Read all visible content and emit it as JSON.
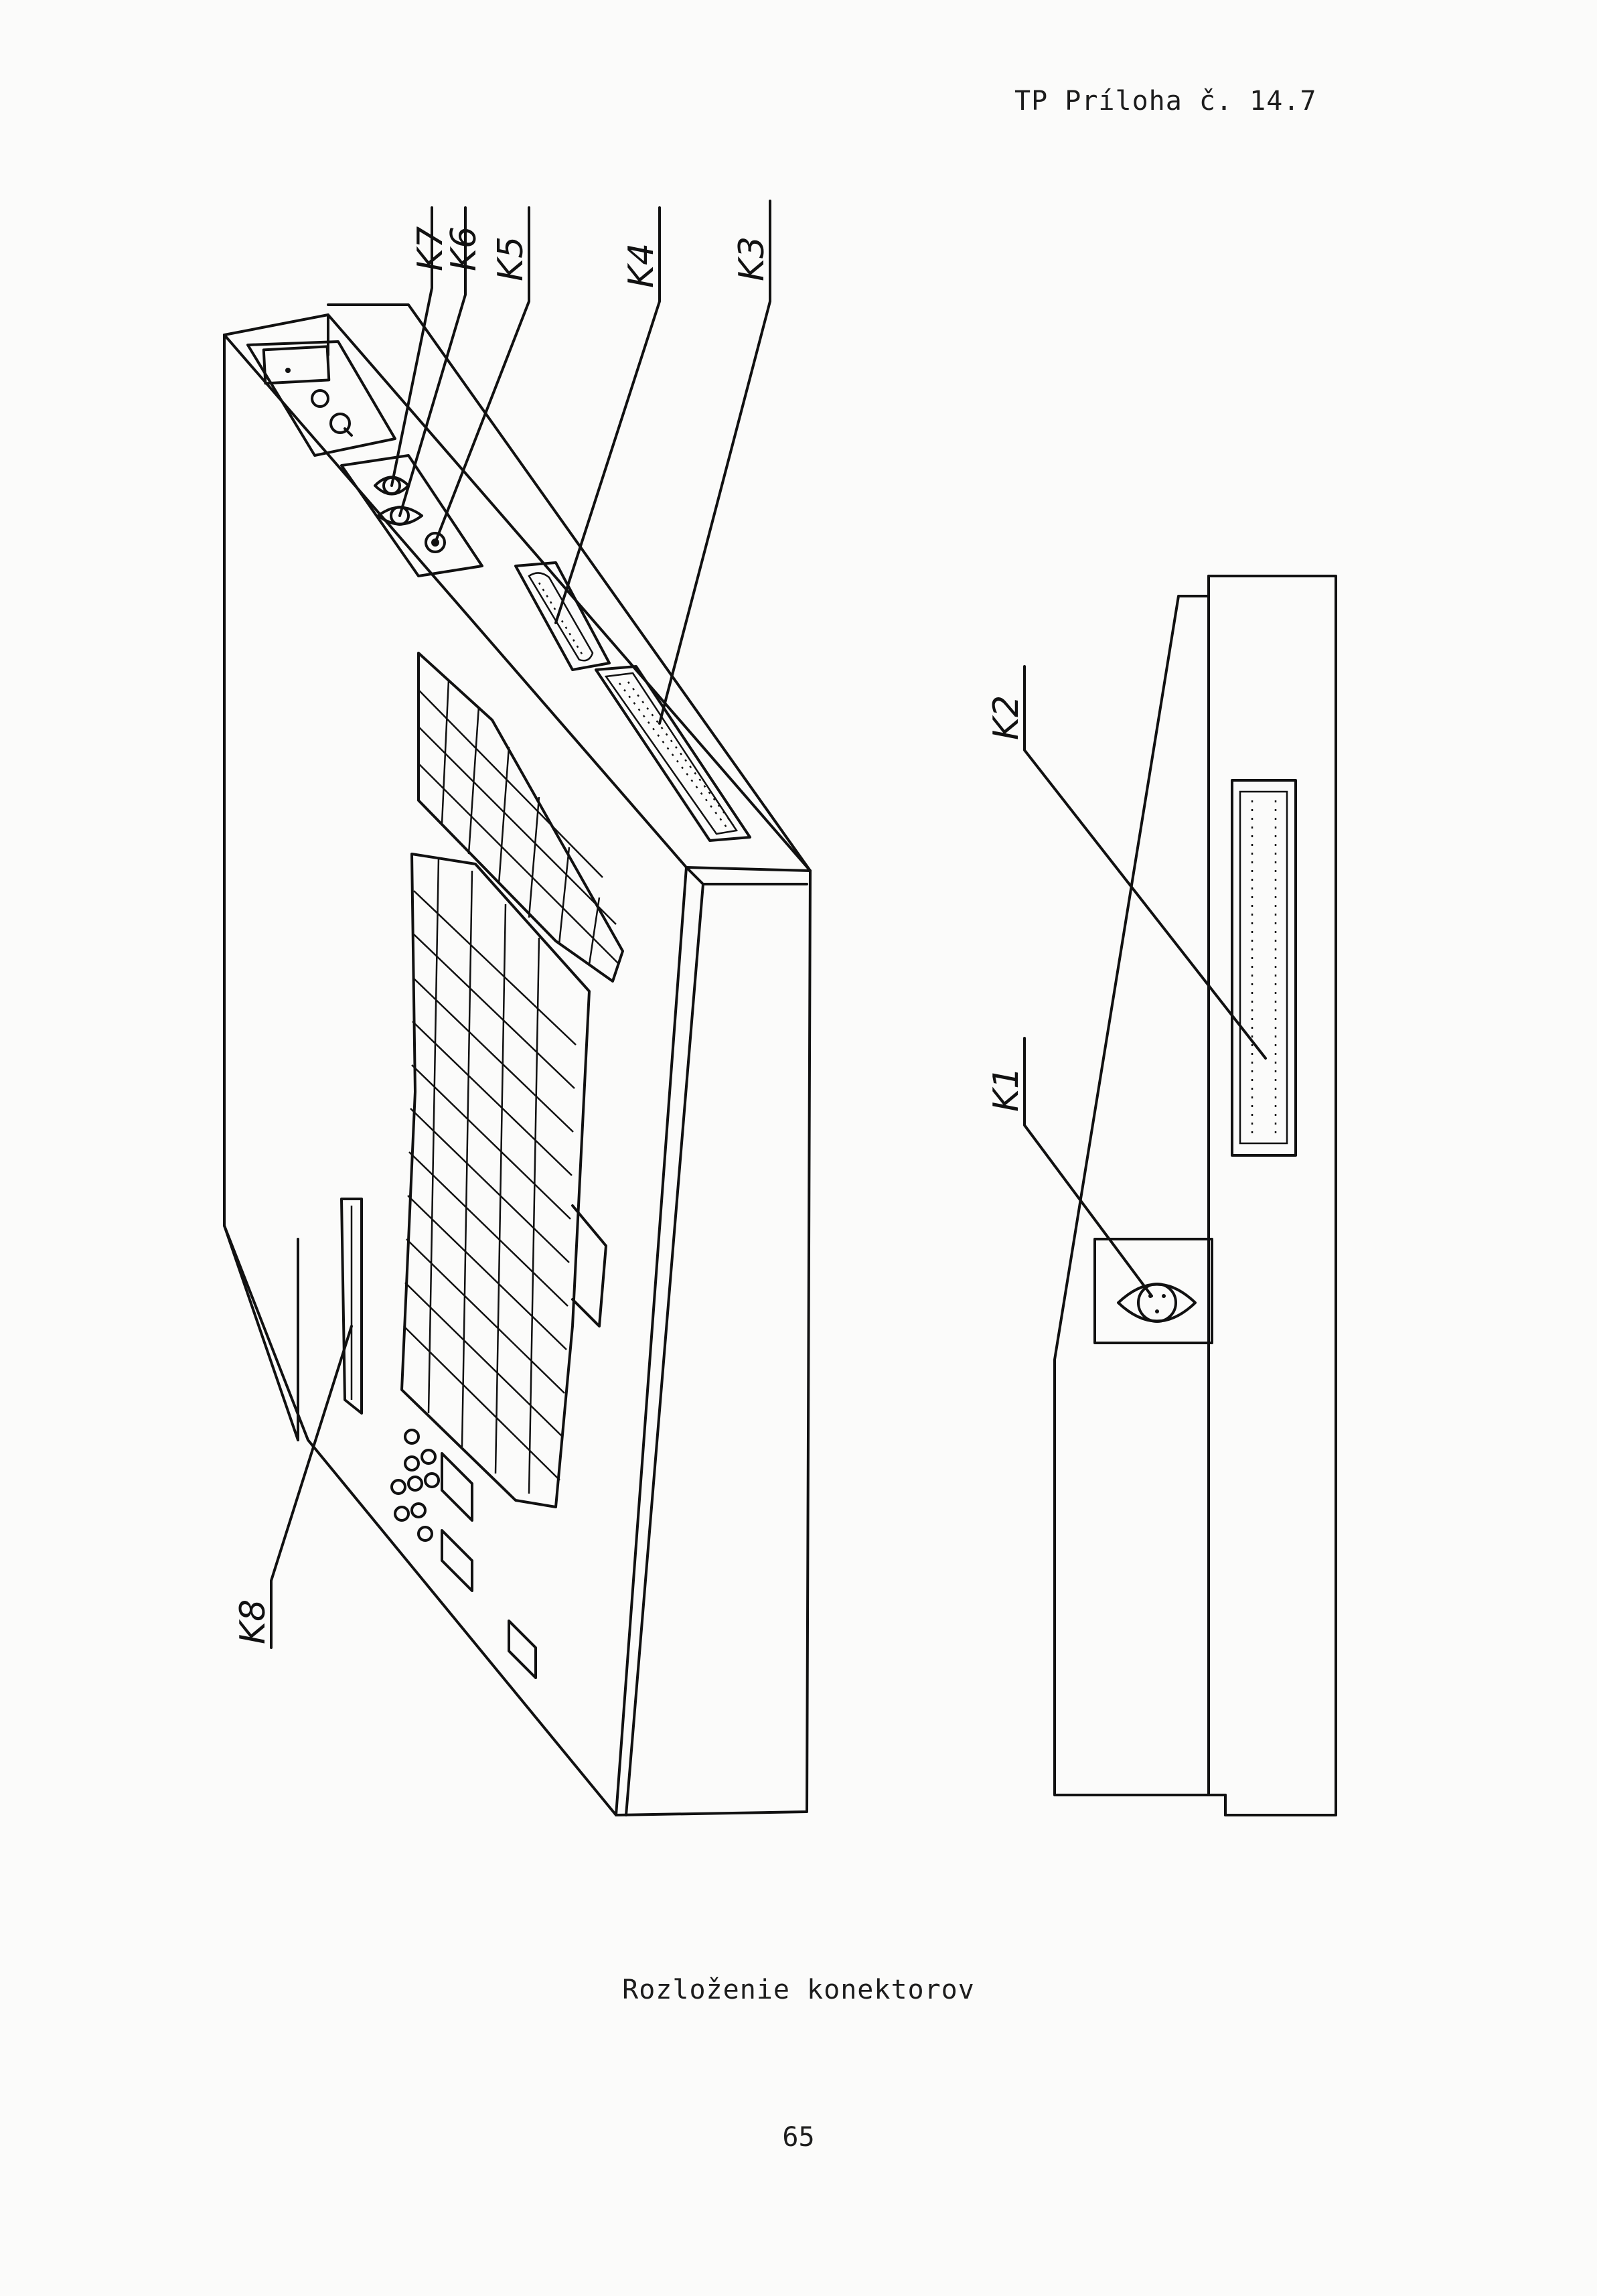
{
  "header": {
    "ref": "TP Príloha č. 14.7"
  },
  "caption": "Rozloženie konektorov",
  "page_number": "65",
  "connector_labels": [
    "K1",
    "K2",
    "K3",
    "K4",
    "K5",
    "K6",
    "K7",
    "K8"
  ]
}
